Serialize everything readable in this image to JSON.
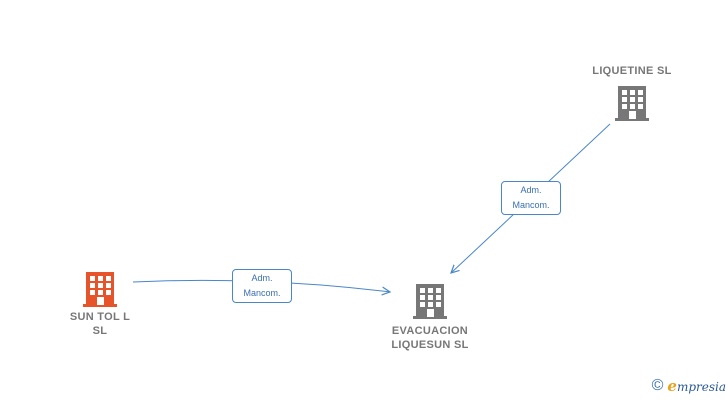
{
  "nodes": [
    {
      "id": "liquetine",
      "label": "LIQUETINE  SL",
      "color": "#777777"
    },
    {
      "id": "suntol",
      "label": "SUN TOL L\nSL",
      "color": "#e8542a"
    },
    {
      "id": "evacuacion",
      "label": "EVACUACION\nLIQUESUN  SL",
      "color": "#777777"
    }
  ],
  "edges": [
    {
      "from": "liquetine",
      "to": "evacuacion",
      "label": "Adm.\nMancom."
    },
    {
      "from": "suntol",
      "to": "evacuacion",
      "label": "Adm.\nMancom."
    }
  ],
  "colors": {
    "edge": "#4a86c8"
  },
  "footer": {
    "copyright_symbol": "©",
    "brand_initial": "e",
    "brand_rest": "mpresia"
  }
}
